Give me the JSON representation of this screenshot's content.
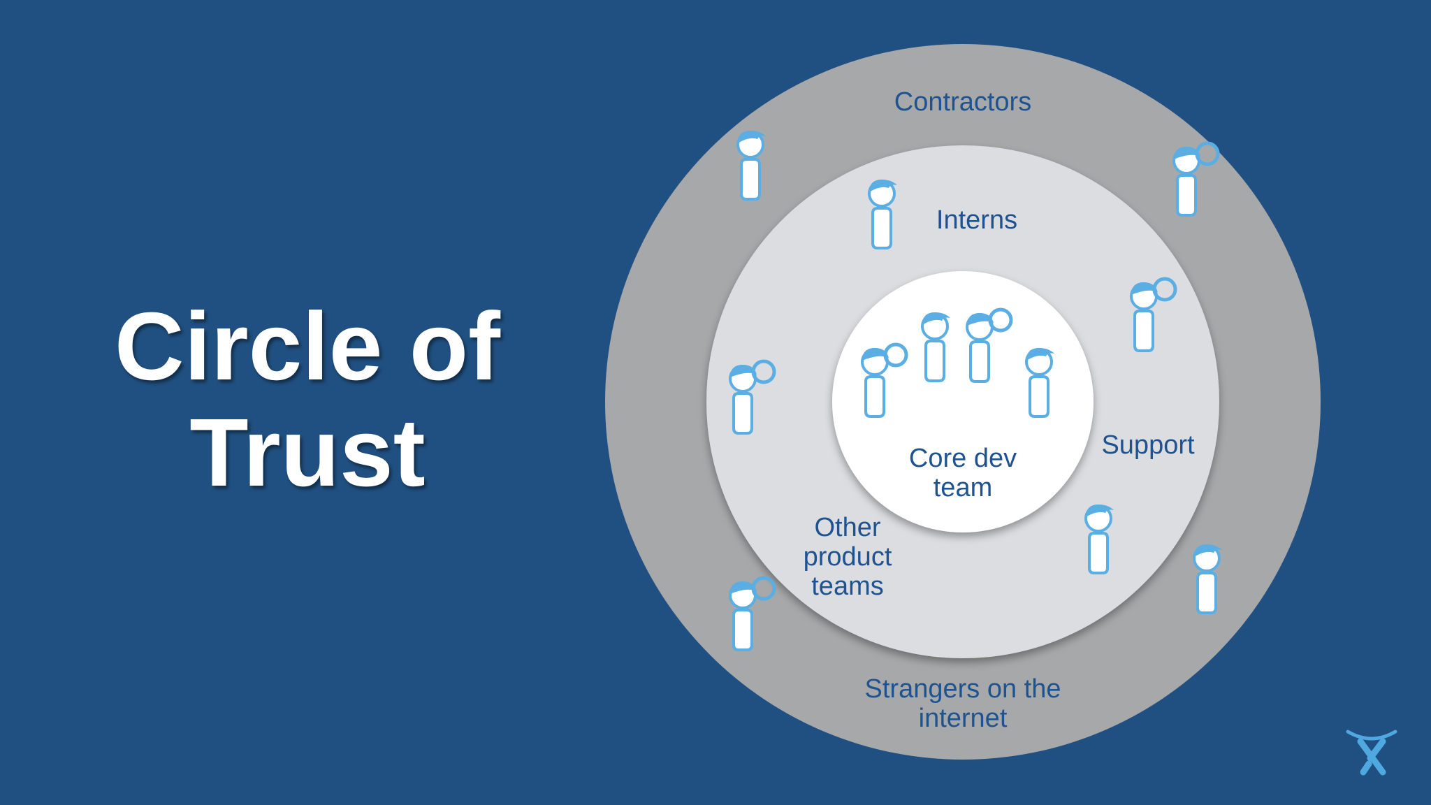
{
  "title": {
    "line1": "Circle of",
    "line2": "Trust"
  },
  "rings": {
    "outer": {
      "label": "Contractors",
      "label2_line1": "Strangers on the",
      "label2_line2": "internet"
    },
    "middle": {
      "label": "Interns",
      "label_support": "Support",
      "label_other_line1": "Other",
      "label_other_line2": "product",
      "label_other_line3": "teams"
    },
    "inner": {
      "label_line1": "Core dev",
      "label_line2": "team"
    }
  },
  "colors": {
    "background": "#205081",
    "outer_ring": "#a6a8aa",
    "middle_ring": "#dcdde0",
    "inner_circle": "#ffffff",
    "label_text": "#1f5390",
    "person_outline": "#5aaee3"
  },
  "icons": {
    "person": "person-icon",
    "logo": "atlassian-logo"
  }
}
